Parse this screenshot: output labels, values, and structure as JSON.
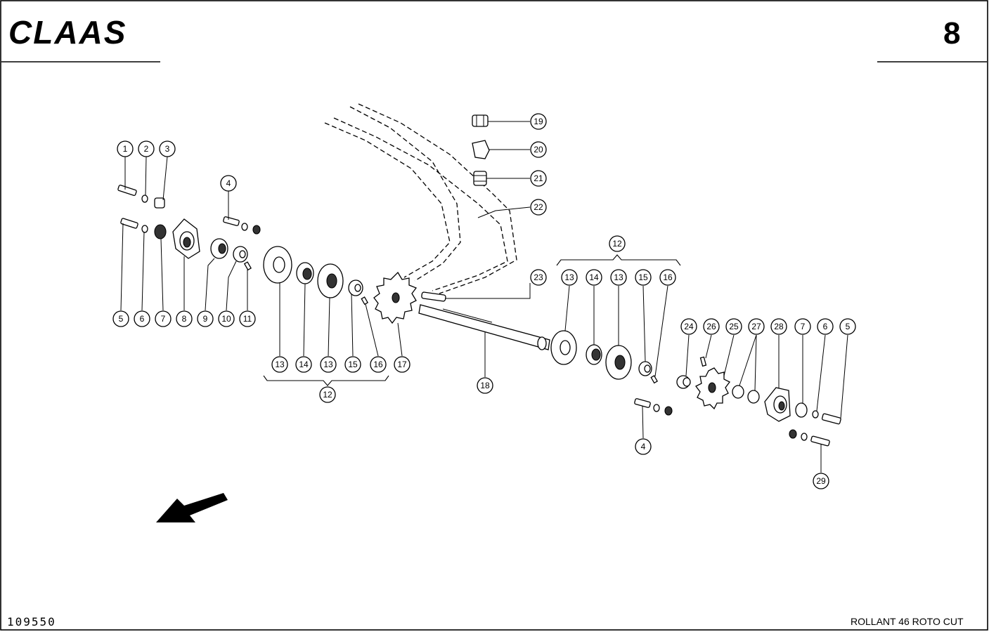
{
  "header": {
    "brand": "CLAAS",
    "page_number": "8"
  },
  "footer": {
    "document_number": "109550",
    "model": "ROLLANT 46 ROTO CUT"
  },
  "callouts": [
    {
      "id": "c1",
      "label": "1"
    },
    {
      "id": "c2",
      "label": "2"
    },
    {
      "id": "c3",
      "label": "3"
    },
    {
      "id": "c4a",
      "label": "4"
    },
    {
      "id": "c5a",
      "label": "5"
    },
    {
      "id": "c6a",
      "label": "6"
    },
    {
      "id": "c7a",
      "label": "7"
    },
    {
      "id": "c8",
      "label": "8"
    },
    {
      "id": "c9",
      "label": "9"
    },
    {
      "id": "c10",
      "label": "10"
    },
    {
      "id": "c11",
      "label": "11"
    },
    {
      "id": "c13a",
      "label": "13"
    },
    {
      "id": "c14a",
      "label": "14"
    },
    {
      "id": "c13b",
      "label": "13"
    },
    {
      "id": "c15a",
      "label": "15"
    },
    {
      "id": "c16a",
      "label": "16"
    },
    {
      "id": "c17",
      "label": "17"
    },
    {
      "id": "c12a",
      "label": "12"
    },
    {
      "id": "c19",
      "label": "19"
    },
    {
      "id": "c20",
      "label": "20"
    },
    {
      "id": "c21",
      "label": "21"
    },
    {
      "id": "c22",
      "label": "22"
    },
    {
      "id": "c23",
      "label": "23"
    },
    {
      "id": "c18",
      "label": "18"
    },
    {
      "id": "c12b",
      "label": "12"
    },
    {
      "id": "c13c",
      "label": "13"
    },
    {
      "id": "c14b",
      "label": "14"
    },
    {
      "id": "c13d",
      "label": "13"
    },
    {
      "id": "c15b",
      "label": "15"
    },
    {
      "id": "c16b",
      "label": "16"
    },
    {
      "id": "c4b",
      "label": "4"
    },
    {
      "id": "c24",
      "label": "24"
    },
    {
      "id": "c26",
      "label": "26"
    },
    {
      "id": "c25",
      "label": "25"
    },
    {
      "id": "c27",
      "label": "27"
    },
    {
      "id": "c28",
      "label": "28"
    },
    {
      "id": "c7b",
      "label": "7"
    },
    {
      "id": "c6b",
      "label": "6"
    },
    {
      "id": "c5b",
      "label": "5"
    },
    {
      "id": "c29",
      "label": "29"
    }
  ]
}
